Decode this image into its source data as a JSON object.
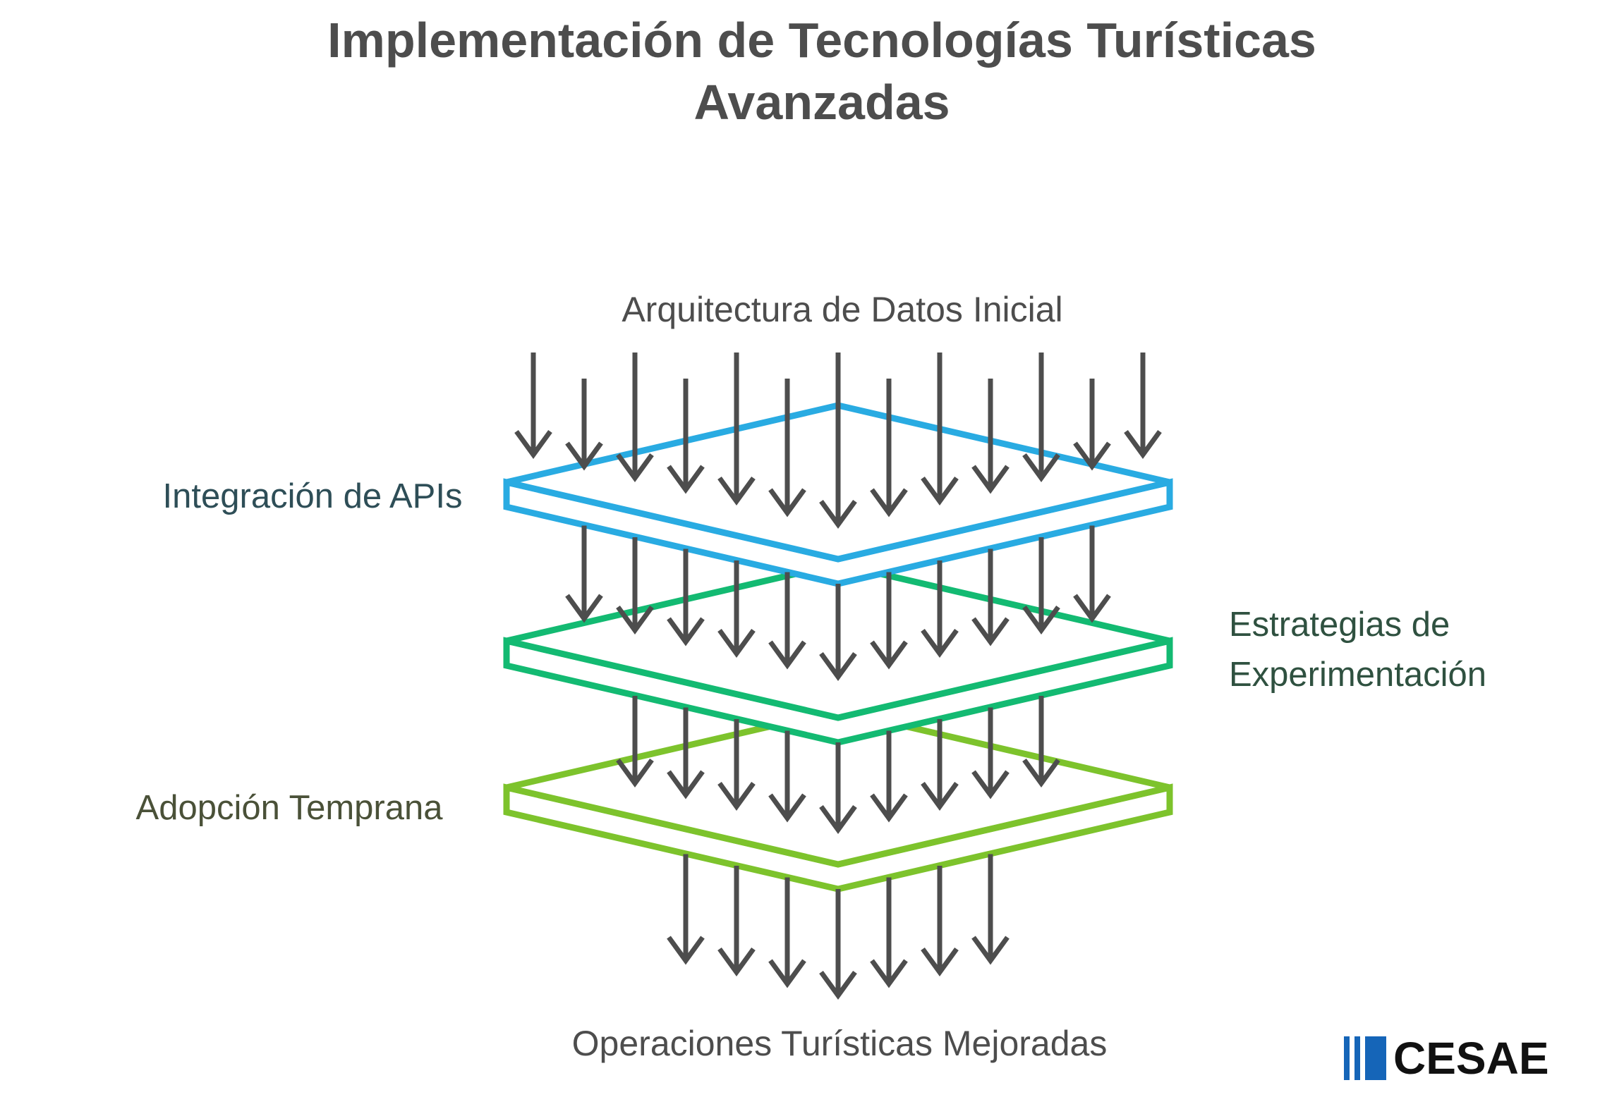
{
  "title": "Implementación de Tecnologías Turísticas Avanzadas",
  "flow": {
    "input_label": "Arquitectura de Datos Inicial",
    "output_label": "Operaciones Turísticas Mejoradas",
    "layers": [
      {
        "label": "Integración de APIs",
        "color": "#29ABE2",
        "label_side": "left",
        "label_color": "#2E4E57"
      },
      {
        "label": "Estrategias de Experimentación",
        "color": "#13BA72",
        "label_side": "right",
        "label_color": "#2F5140"
      },
      {
        "label": "Adopción Temprana",
        "color": "#7DC32C",
        "label_side": "left",
        "label_color": "#4A5138"
      }
    ],
    "arrow_color": "#4D4D4D",
    "arrow_counts": [
      13,
      11,
      9,
      7
    ]
  },
  "logo": {
    "text": "CESAE",
    "bar_color": "#1565B8",
    "text_color": "#111111"
  }
}
